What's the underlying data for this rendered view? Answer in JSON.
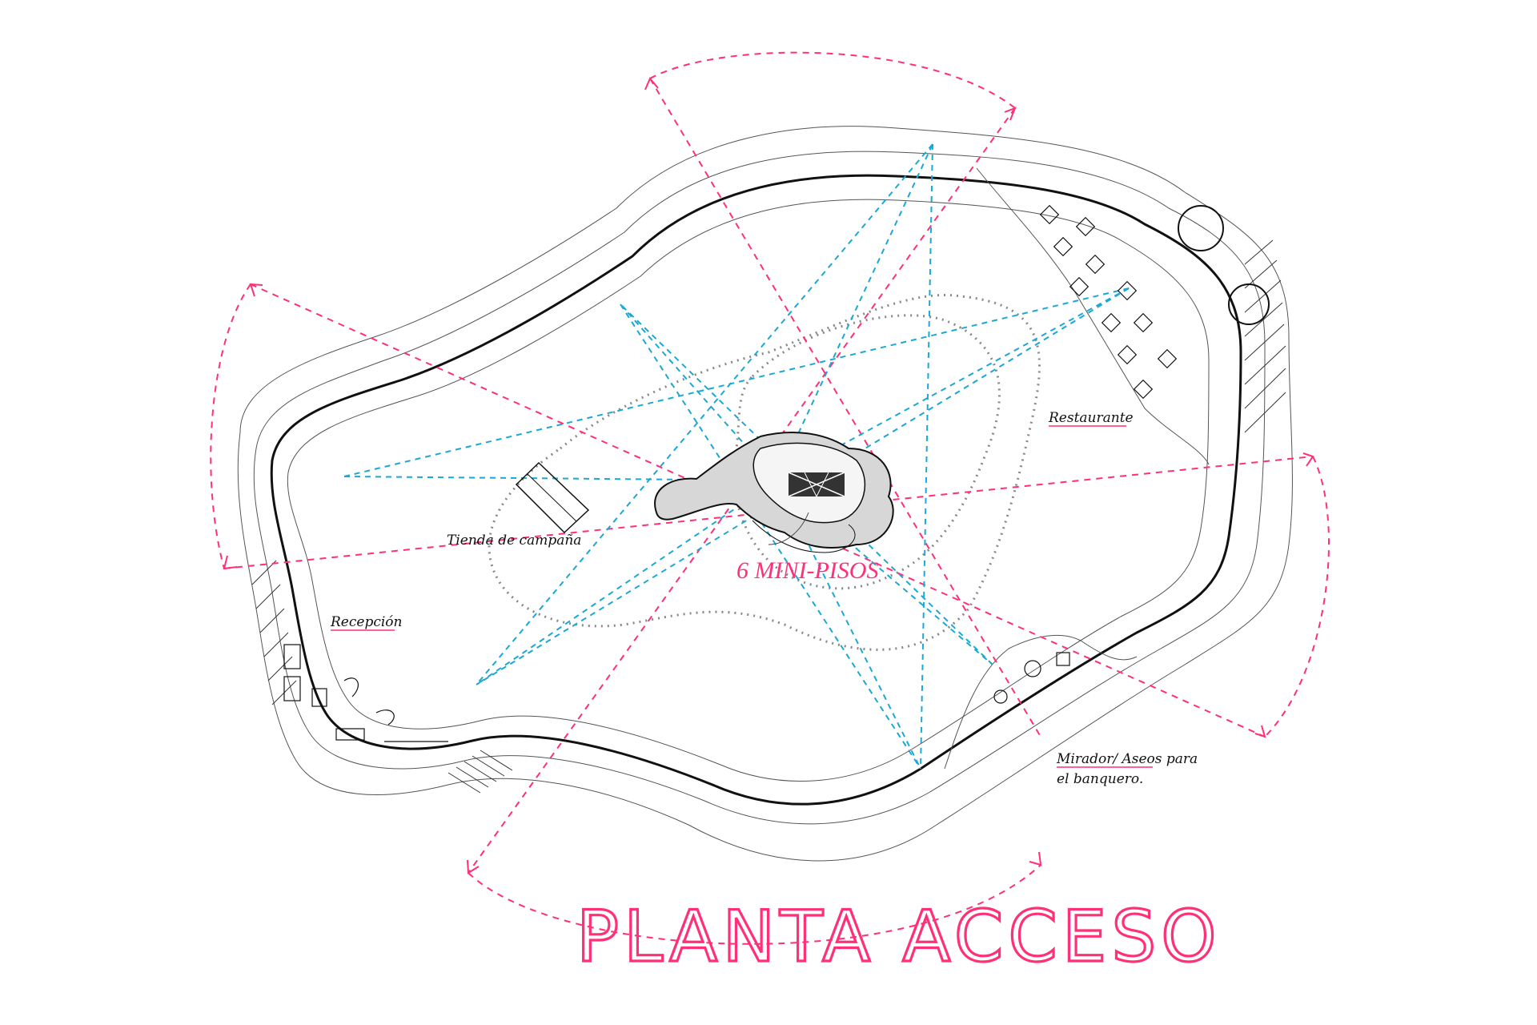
{
  "labels": {
    "tienda": "Tienda de campaña",
    "recepcion": "Recepción",
    "restaurante": "Restaurante",
    "mirador_line1": "Mirador/ Aseos para",
    "mirador_line2": "el banquero.",
    "mini_pisos": "6 MINI-PISOS",
    "title": "PLANTA ACCESO"
  },
  "colors": {
    "pink": "#ff2f78",
    "cyan": "#1ba8d4",
    "ink": "#111111"
  }
}
